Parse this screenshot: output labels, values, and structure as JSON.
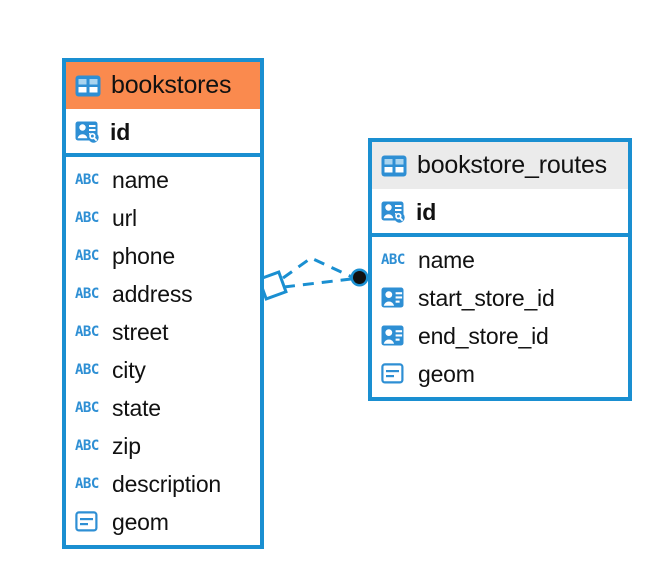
{
  "diagram": {
    "type": "entity-relationship-diagram",
    "background": "#ffffff",
    "accent_color": "#1a8fd1",
    "selected_header_color": "#fa8a4e",
    "normal_header_color": "#ebebeb",
    "icon_color": "#2e8fd4"
  },
  "tables": [
    {
      "name": "bookstores",
      "selected": true,
      "header_icon": "table-grid-icon",
      "primary_key": {
        "name": "id",
        "icon": "primary-key-icon"
      },
      "fields": [
        {
          "name": "name",
          "icon": "abc-text-icon",
          "icon_text": "ABC"
        },
        {
          "name": "url",
          "icon": "abc-text-icon",
          "icon_text": "ABC"
        },
        {
          "name": "phone",
          "icon": "abc-text-icon",
          "icon_text": "ABC"
        },
        {
          "name": "address",
          "icon": "abc-text-icon",
          "icon_text": "ABC"
        },
        {
          "name": "street",
          "icon": "abc-text-icon",
          "icon_text": "ABC"
        },
        {
          "name": "city",
          "icon": "abc-text-icon",
          "icon_text": "ABC"
        },
        {
          "name": "state",
          "icon": "abc-text-icon",
          "icon_text": "ABC"
        },
        {
          "name": "zip",
          "icon": "abc-text-icon",
          "icon_text": "ABC"
        },
        {
          "name": "description",
          "icon": "abc-text-icon",
          "icon_text": "ABC"
        },
        {
          "name": "geom",
          "icon": "geometry-icon",
          "icon_text": ""
        }
      ]
    },
    {
      "name": "bookstore_routes",
      "selected": false,
      "header_icon": "table-grid-icon",
      "primary_key": {
        "name": "id",
        "icon": "primary-key-icon"
      },
      "fields": [
        {
          "name": "name",
          "icon": "abc-text-icon",
          "icon_text": "ABC"
        },
        {
          "name": "start_store_id",
          "icon": "foreign-key-icon",
          "icon_text": ""
        },
        {
          "name": "end_store_id",
          "icon": "foreign-key-icon",
          "icon_text": ""
        },
        {
          "name": "geom",
          "icon": "geometry-icon",
          "icon_text": ""
        }
      ]
    }
  ],
  "relationship": {
    "from_table": "bookstores",
    "to_table": "bookstore_routes",
    "line_style": "dashed",
    "line_color": "#1a8fd1",
    "source_marker": "diamond-outline",
    "target_marker": "filled-circle"
  }
}
